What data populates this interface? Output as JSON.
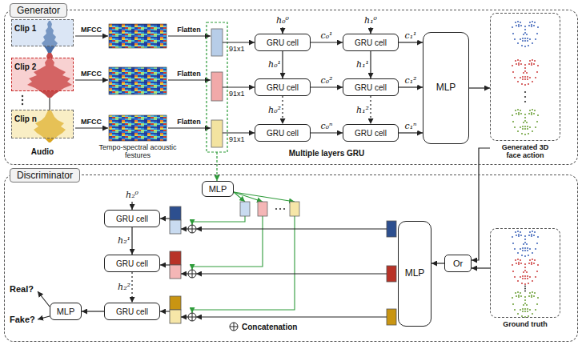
{
  "diagram": {
    "nodes": [
      {
        "text": [
          "Generator"
        ]
      },
      {
        "text": [
          "Clip 1"
        ],
        "in": 0
      },
      {
        "text": [
          "Clip 2"
        ],
        "in": 0
      },
      {
        "text": [
          "Clip n"
        ],
        "in": 0
      },
      {
        "text": [
          "GRU cell"
        ],
        "in": 0
      },
      {
        "text": [
          "GRU cell"
        ],
        "in": 0
      },
      {
        "text": [
          "GRU cell"
        ],
        "in": 0
      },
      {
        "text": [
          "GRU cell"
        ],
        "in": 0
      },
      {
        "text": [
          "GRU cell"
        ],
        "in": 0
      },
      {
        "text": [
          "GRU cell"
        ],
        "in": 0
      },
      {
        "text": [
          "MLP"
        ],
        "in": 0
      },
      {
        "text": [
          "Generated 3D face action"
        ],
        "in": 0
      },
      {
        "text": [
          "Discriminator"
        ]
      },
      {
        "text": [
          "MLP"
        ],
        "in": 12
      },
      {
        "text": [
          "GRU cell"
        ],
        "in": 12
      },
      {
        "text": [
          "GRU cell"
        ],
        "in": 12
      },
      {
        "text": [
          "GRU cell"
        ],
        "in": 12
      },
      {
        "text": [
          "MLP"
        ],
        "in": 12
      },
      {
        "text": [
          "MLP"
        ],
        "in": 12
      },
      {
        "text": [
          "Or"
        ],
        "in": 12
      },
      {
        "text": [
          "Ground truth"
        ],
        "in": 12
      }
    ],
    "edges": [
      {
        "from": 4,
        "to": 5,
        "label": "c₀¹",
        "arrow": "to"
      },
      {
        "from": 6,
        "to": 7,
        "label": "c₀²",
        "arrow": "to"
      },
      {
        "from": 8,
        "to": 9,
        "label": "c₀ⁿ",
        "arrow": "to"
      },
      {
        "from": 4,
        "to": 6,
        "label": "h₀¹",
        "arrow": "to"
      },
      {
        "from": 6,
        "to": 8,
        "label": "h₀²",
        "arrow": "to"
      },
      {
        "from": 5,
        "to": 7,
        "label": "h₁¹",
        "arrow": "to"
      },
      {
        "from": 7,
        "to": 9,
        "label": "h₁²",
        "arrow": "to"
      },
      {
        "from": 5,
        "to": 10,
        "label": "c₁¹",
        "arrow": "to"
      },
      {
        "from": 7,
        "to": 10,
        "label": "c₁²",
        "arrow": "to"
      },
      {
        "from": 9,
        "to": 10,
        "label": "c₁ⁿ",
        "arrow": "to"
      },
      {
        "from": 10,
        "to": 11,
        "arrow": "to"
      },
      {
        "from": 11,
        "to": 19,
        "arrow": "to"
      },
      {
        "from": 20,
        "to": 19,
        "arrow": "to"
      },
      {
        "from": 19,
        "to": 18,
        "arrow": "to"
      },
      {
        "from": 14,
        "to": 15,
        "label": "h₂¹",
        "arrow": "to"
      },
      {
        "from": 15,
        "to": 16,
        "label": "h₂²",
        "arrow": "to"
      },
      {
        "from": 16,
        "to": 17,
        "arrow": "to"
      }
    ],
    "labels": [
      "Audio",
      "MFCC",
      "MFCC",
      "MFCC",
      "Tempo-spectral acoustic festures",
      "Flatten",
      "Flatten",
      "Flatten",
      "91x1",
      "91x1",
      "91x1",
      "h₀⁰",
      "h₁⁰",
      "Multiple layers GRU",
      "h₂⁰",
      "Real?",
      "Fake?"
    ],
    "legend": [
      {
        "text": "Concatenation"
      }
    ]
  }
}
